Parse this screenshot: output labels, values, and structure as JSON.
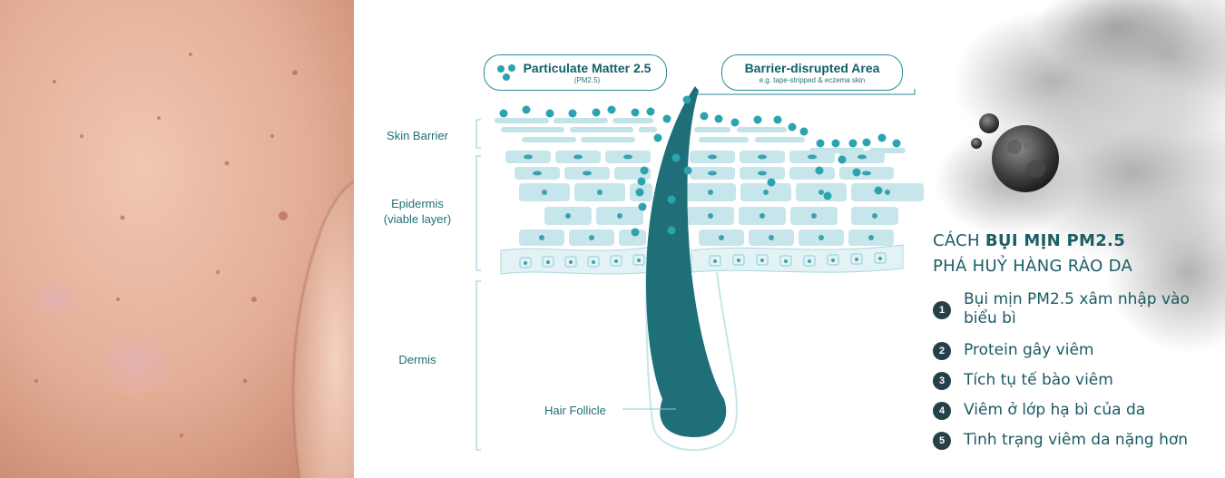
{
  "labels": {
    "pm_title": "Particulate Matter 2.5",
    "pm_sub": "(PM2.5)",
    "barrier_title": "Barrier-disrupted Area",
    "barrier_sub": "e.g. tape-stripped & eczema skin",
    "skin_barrier": "Skin Barrier",
    "epidermis": "Epidermis",
    "epidermis_sub": "(viable layer)",
    "dermis": "Dermis",
    "hair_follicle": "Hair Follicle"
  },
  "headline": {
    "line1_prefix": "CÁCH ",
    "line1_bold": "BỤI MỊN PM2.5",
    "line2": "PHÁ HUỶ HÀNG RÀO DA"
  },
  "steps": [
    {
      "num": "1",
      "text": "Bụi mịn PM2.5 xâm nhập vào biểu bì"
    },
    {
      "num": "2",
      "text": "Protein gây viêm"
    },
    {
      "num": "3",
      "text": "Tích tụ tế bào viêm"
    },
    {
      "num": "4",
      "text": "Viêm ở lớp hạ bì của da"
    },
    {
      "num": "5",
      "text": "Tình trạng viêm da nặng hơn"
    }
  ],
  "colors": {
    "teal_dark": "#1e5f69",
    "teal_cell": "#bfe3e8",
    "teal_particle": "#2aa0ad",
    "skin": "#e6b8a2"
  },
  "icons": [
    "particle-cluster-icon",
    "step-number-badge"
  ]
}
